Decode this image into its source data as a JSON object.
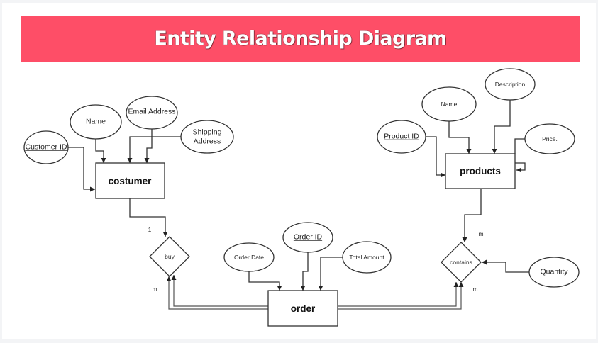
{
  "title": "Entity Relationship Diagram",
  "colors": {
    "banner": "#fe4e67",
    "banner_text": "#ffffff",
    "stroke": "#333333"
  },
  "entities": {
    "customer": {
      "label": "costumer",
      "attributes": [
        {
          "label": "Customer ID",
          "key": true
        },
        {
          "label": "Name",
          "key": false
        },
        {
          "label": "Email Address",
          "key": false
        },
        {
          "label": "Shipping\nAddress",
          "key": false
        }
      ]
    },
    "products": {
      "label": "products",
      "attributes": [
        {
          "label": "Product ID",
          "key": true
        },
        {
          "label": "Name",
          "key": false
        },
        {
          "label": "Description",
          "key": false
        },
        {
          "label": "Price.",
          "key": false
        }
      ]
    },
    "order": {
      "label": "order",
      "attributes": [
        {
          "label": "Order Date",
          "key": false
        },
        {
          "label": "Order ID",
          "key": true
        },
        {
          "label": "Total Amount",
          "key": false
        }
      ]
    }
  },
  "relationships": {
    "buy": {
      "label": "buy",
      "cardinality_customer": "1",
      "cardinality_order": "m"
    },
    "contains": {
      "label": "contains",
      "cardinality_products": "m",
      "cardinality_order": "m",
      "attribute": "Quantity"
    }
  }
}
